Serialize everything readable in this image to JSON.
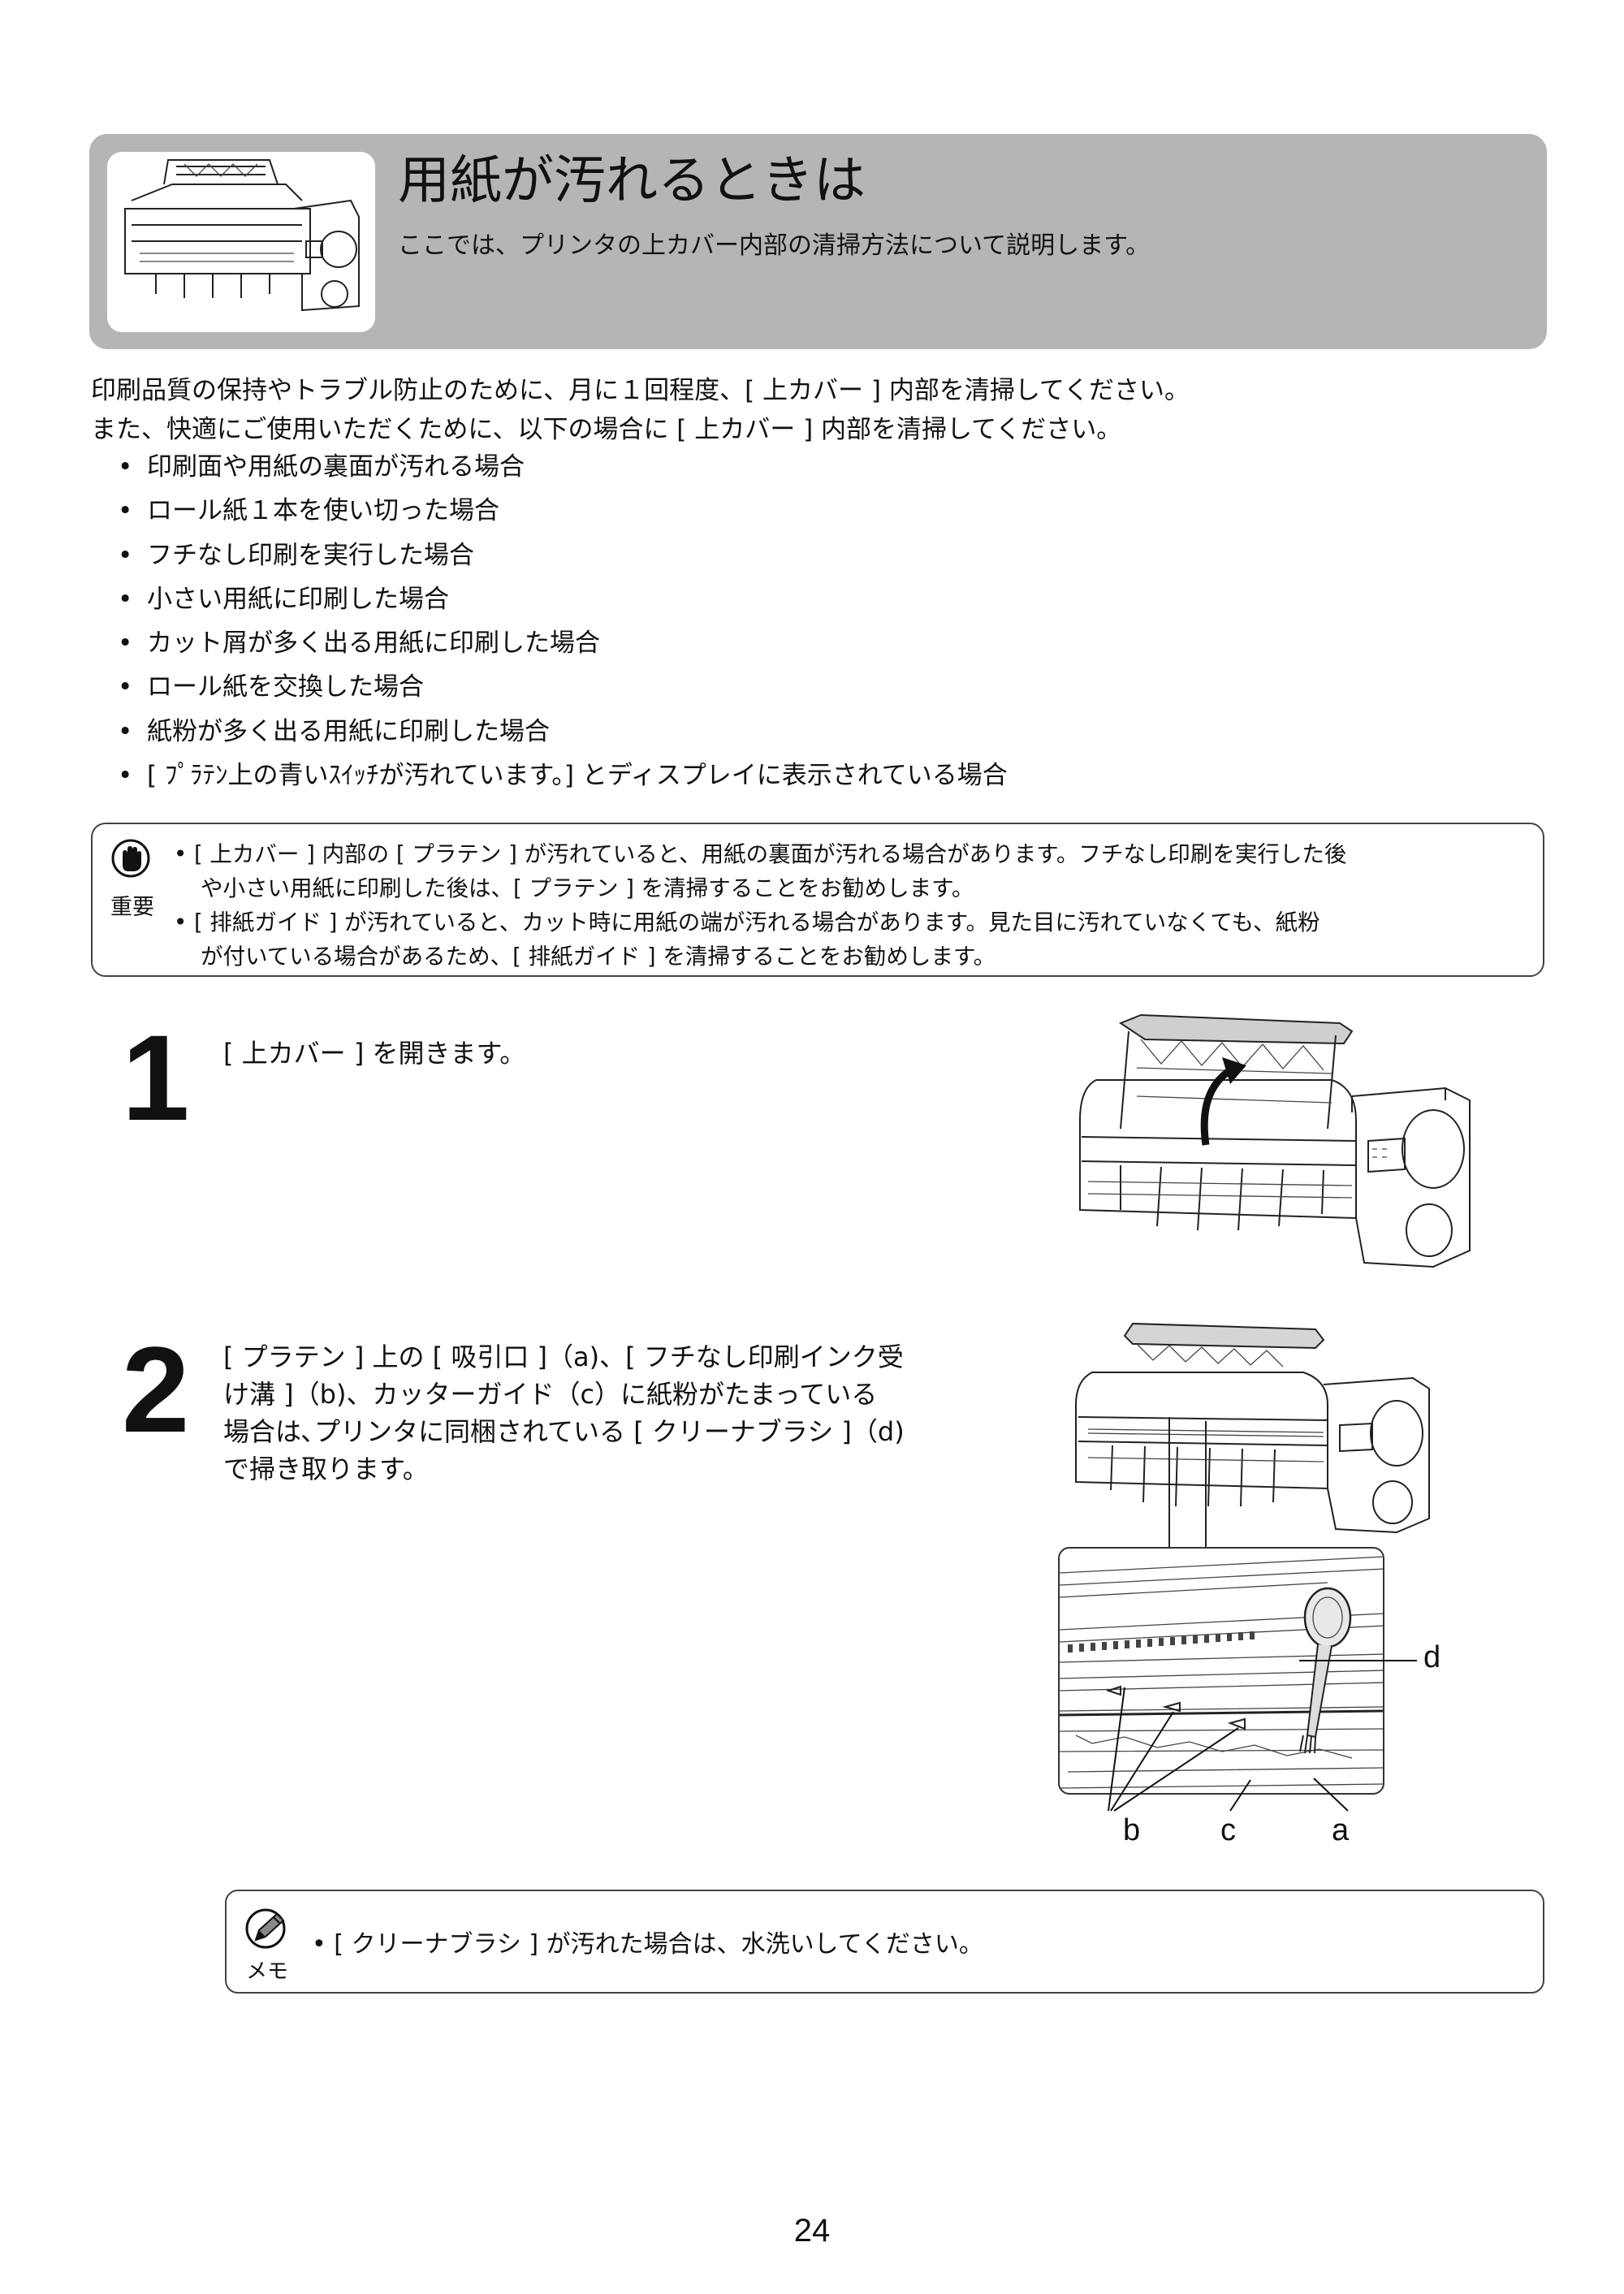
{
  "header": {
    "title": "用紙が汚れるときは",
    "subtitle": "ここでは、プリンタの上カバー内部の清掃方法について説明します。"
  },
  "intro": {
    "line1": "印刷品質の保持やトラブル防止のために、月に１回程度、[ 上カバー ] 内部を清掃してください。",
    "line2": "また、快適にご使用いただくために、以下の場合に [ 上カバー ] 内部を清掃してください。",
    "bullet_mark": "•",
    "bullets": [
      "印刷面や用紙の裏面が汚れる場合",
      "ロール紙１本を使い切った場合",
      "フチなし印刷を実行した場合",
      "小さい用紙に印刷した場合",
      "カット屑が多く出る用紙に印刷した場合",
      "ロール紙を交換した場合",
      "紙粉が多く出る用紙に印刷した場合",
      "[ ﾌﾟﾗﾃﾝ上の青いｽｲｯﾁが汚れています。] とディスプレイに表示されている場合"
    ]
  },
  "important": {
    "label": "重要",
    "icon": "stop-hand-icon",
    "items": [
      {
        "line1": "• [ 上カバー ] 内部の [ プラテン ] が汚れていると、用紙の裏面が汚れる場合があります。フチなし印刷を実行した後",
        "line2": "や小さい用紙に印刷した後は、[ プラテン ] を清掃することをお勧めします。"
      },
      {
        "line1": "• [ 排紙ガイド ] が汚れていると、カット時に用紙の端が汚れる場合があります。見た目に汚れていなくても、紙粉",
        "line2": "が付いている場合があるため、[ 排紙ガイド ] を清掃することをお勧めします。"
      }
    ]
  },
  "steps": [
    {
      "number": "1",
      "lines": [
        "[ 上カバー ] を開きます。"
      ]
    },
    {
      "number": "2",
      "lines": [
        "[ プラテン ] 上の [ 吸引口 ]（a)、[ フチなし印刷インク受",
        "け溝 ]（b)、カッターガイド（c）に紙粉がたまっている",
        "場合は､プリンタに同梱されている [ クリーナブラシ ]（d)",
        "で掃き取ります。"
      ]
    }
  ],
  "callouts": {
    "a": "a",
    "b": "b",
    "c": "c",
    "d": "d"
  },
  "memo": {
    "label": "メモ",
    "icon": "pencil-memo-icon",
    "text": "• [ クリーナブラシ ] が汚れた場合は、水洗いしてください。"
  },
  "page_number": "24"
}
